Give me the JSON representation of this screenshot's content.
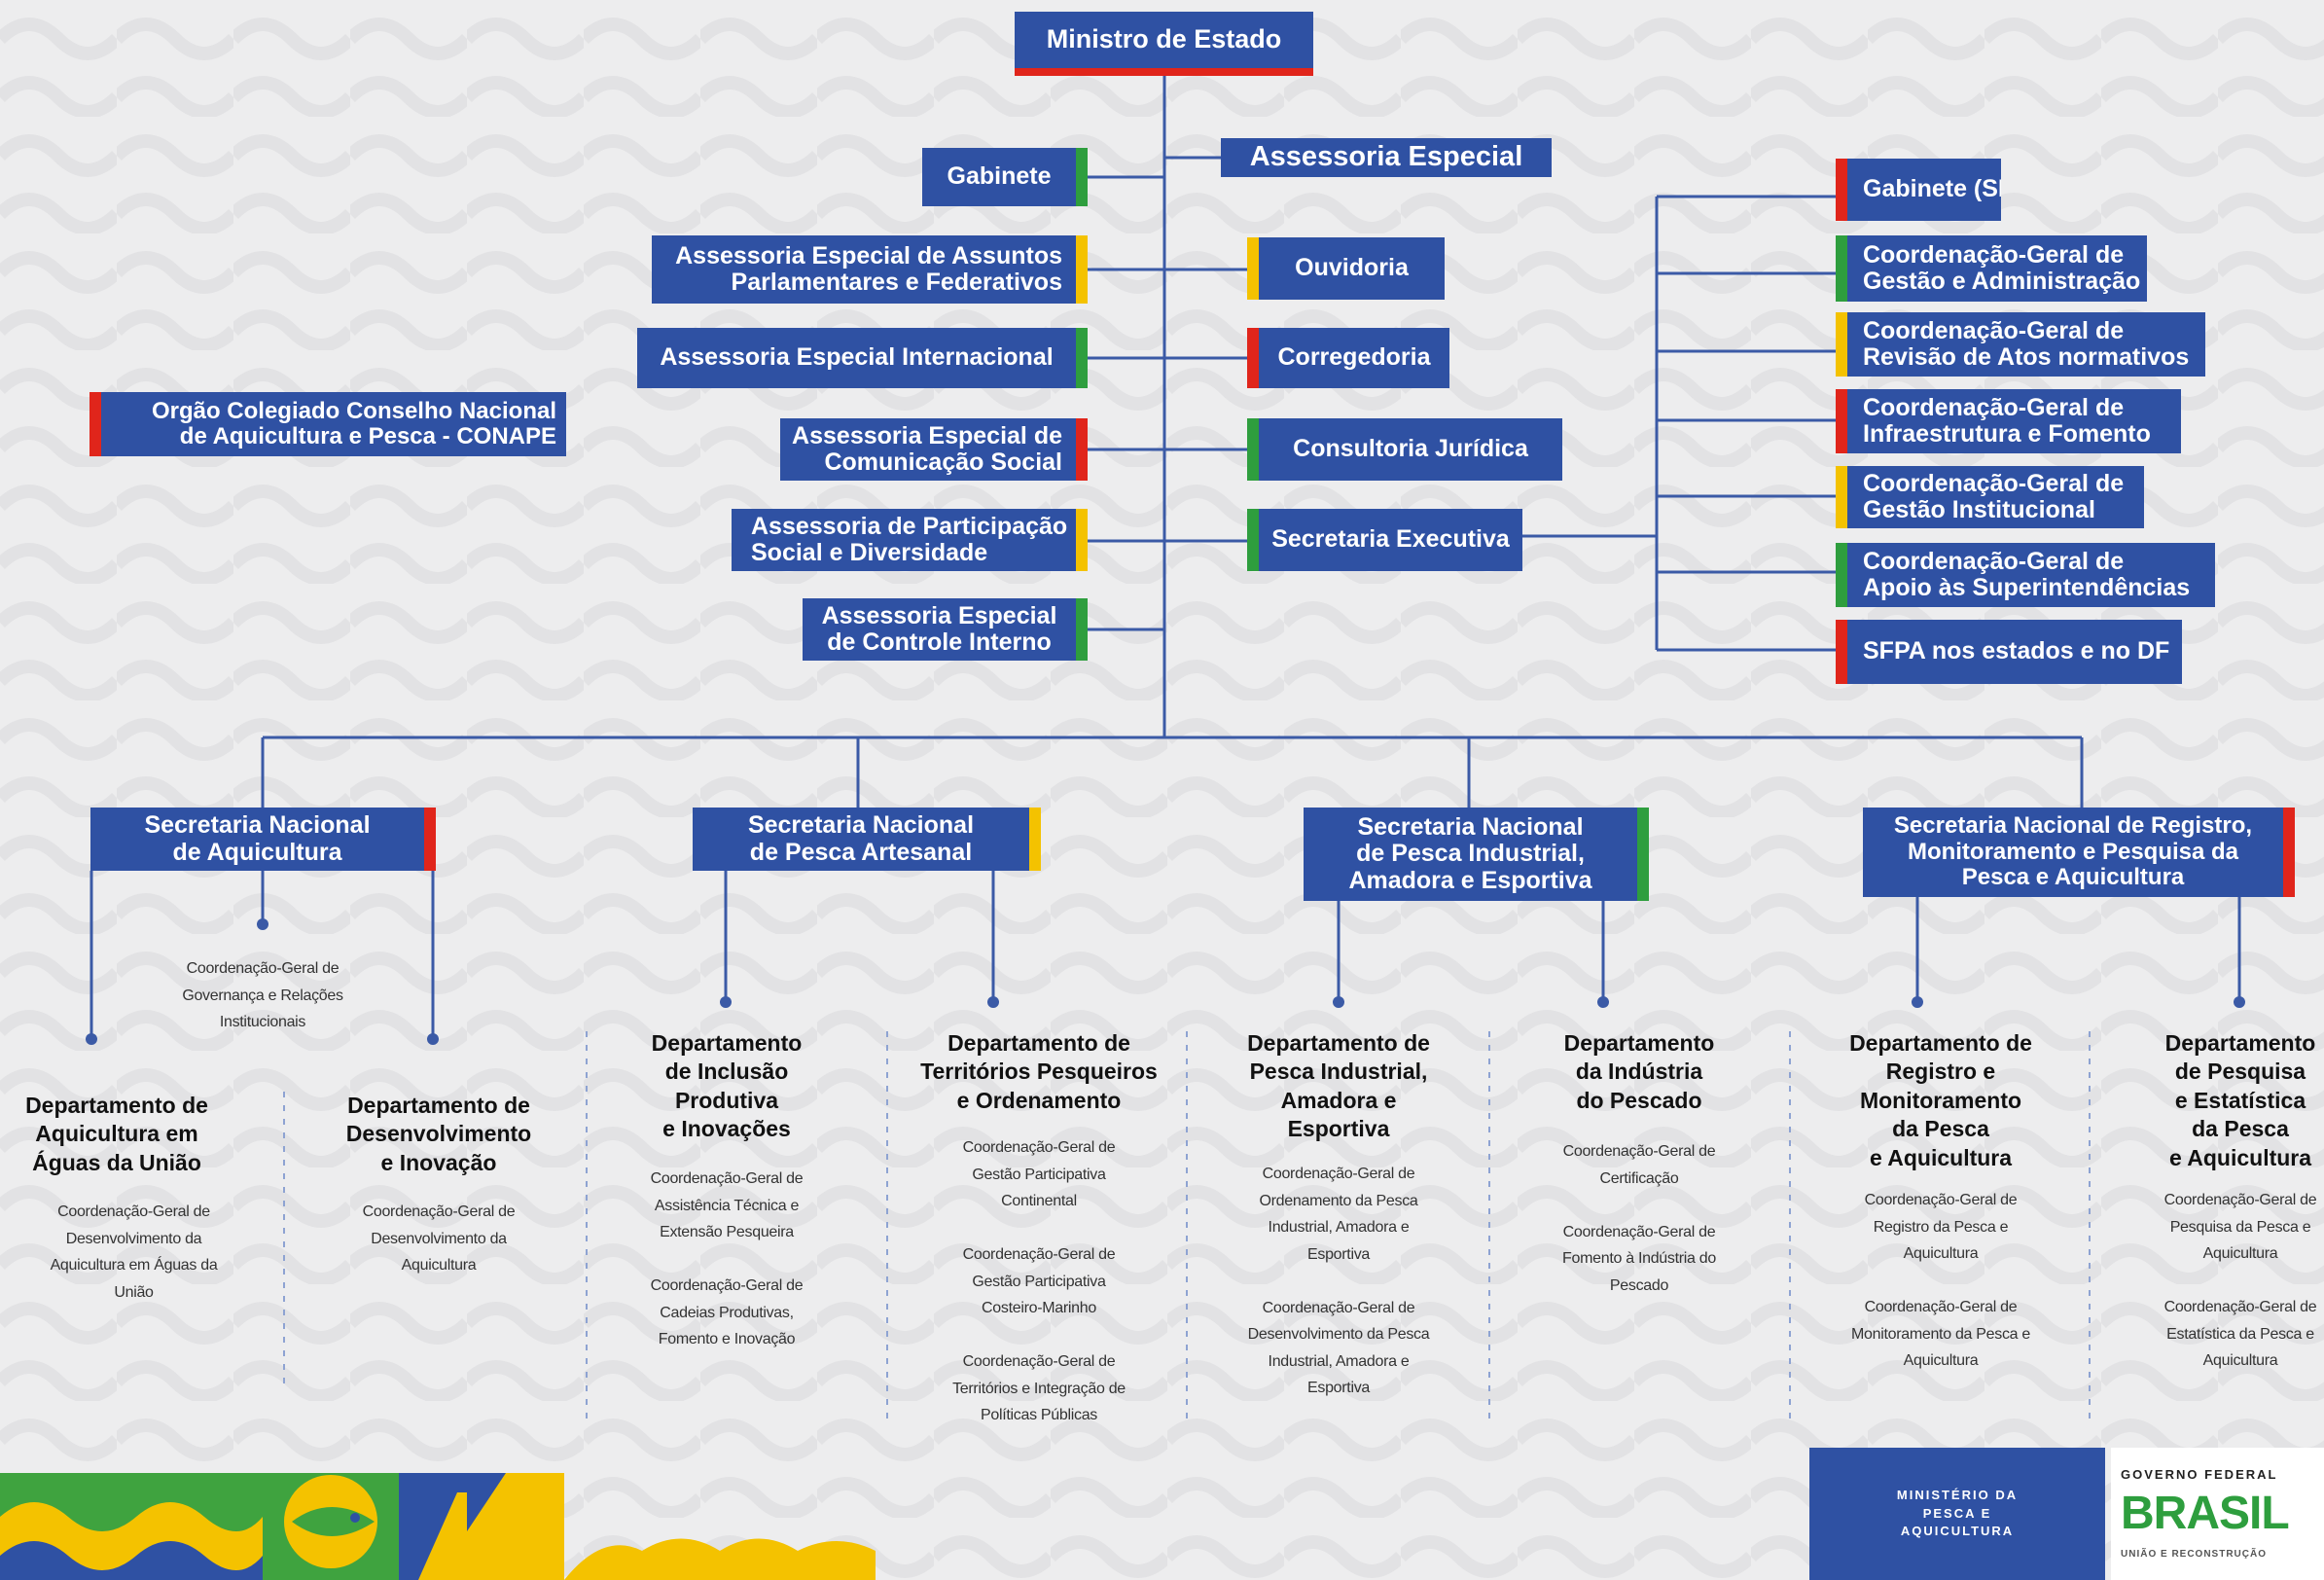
{
  "top": {
    "minister": "Ministro de Estado"
  },
  "left_staff": [
    {
      "label": "Gabinete",
      "accent": "#2e9e3e"
    },
    {
      "label": "Assessoria Especial de Assuntos\nParlamentares e Federativos",
      "accent": "#f4c200"
    },
    {
      "label": "Assessoria Especial Internacional",
      "accent": "#2e9e3e"
    },
    {
      "label": "Assessoria Especial de\nComunicação Social",
      "accent": "#e0251b"
    },
    {
      "label": "Assessoria de Participação\nSocial e Diversidade",
      "accent": "#f4c200"
    },
    {
      "label": "Assessoria Especial\nde Controle Interno",
      "accent": "#2e9e3e"
    }
  ],
  "right_staff": [
    {
      "label": "Assessoria Especial"
    },
    {
      "label": "Ouvidoria",
      "accent": "#f4c200"
    },
    {
      "label": "Corregedoria",
      "accent": "#e0251b"
    },
    {
      "label": "Consultoria Jurídica",
      "accent": "#2e9e3e"
    },
    {
      "label": "Secretaria Executiva",
      "accent": "#2e9e3e"
    }
  ],
  "collegiate": {
    "label": "Orgão Colegiado Conselho Nacional\nde Aquicultura e Pesca - CONAPE",
    "accent": "#e0251b"
  },
  "executive_units": [
    {
      "label": "Gabinete (SE)",
      "accent": "#e0251b"
    },
    {
      "label": "Coordenação-Geral de\nGestão e Administração",
      "accent": "#2e9e3e"
    },
    {
      "label": "Coordenação-Geral de\nRevisão de Atos normativos",
      "accent": "#f4c200"
    },
    {
      "label": "Coordenação-Geral de\nInfraestrutura e Fomento",
      "accent": "#e0251b"
    },
    {
      "label": "Coordenação-Geral de\nGestão Institucional",
      "accent": "#f4c200"
    },
    {
      "label": "Coordenação-Geral de\nApoio às Superintendências",
      "accent": "#2e9e3e"
    },
    {
      "label": "SFPA nos estados e no DF",
      "accent": "#e0251b"
    }
  ],
  "secretariats": [
    {
      "label": "Secretaria Nacional\nde Aquicultura",
      "accent": "#e0251b"
    },
    {
      "label": "Secretaria Nacional\nde Pesca Artesanal",
      "accent": "#f4c200"
    },
    {
      "label": "Secretaria Nacional\nde Pesca Industrial,\nAmadora e Esportiva",
      "accent": "#2e9e3e"
    },
    {
      "label": "Secretaria Nacional de Registro,\nMonitoramento e Pesquisa da\nPesca e Aquicultura",
      "accent": "#e0251b"
    }
  ],
  "governance_coord": "Coordenação-Geral de\nGovernança e Relações\nInstitucionais",
  "departments": [
    {
      "title": "Departamento de\nAquicultura em\nÁguas da União",
      "coords": "Coordenação-Geral de\nDesenvolvimento da\nAquicultura em Águas da\nUnião"
    },
    {
      "title": "Departamento de\nDesenvolvimento\ne Inovação",
      "coords": "Coordenação-Geral  de\nDesenvolvimento da\nAquicultura"
    },
    {
      "title": "Departamento\nde Inclusão\nProdutiva\ne Inovações",
      "coords": "Coordenação-Geral de\nAssistência Técnica e\nExtensão Pesqueira\n\nCoordenação-Geral de\nCadeias Produtivas,\nFomento e Inovação"
    },
    {
      "title": "Departamento de\nTerritórios Pesqueiros\ne Ordenamento",
      "coords": "Coordenação-Geral de\nGestão Participativa\nContinental\n\nCoordenação-Geral de\nGestão Participativa\nCosteiro-Marinho\n\nCoordenação-Geral de\nTerritórios e Integração de\nPolíticas Públicas"
    },
    {
      "title": "Departamento de\nPesca Industrial,\nAmadora e\nEsportiva",
      "coords": "Coordenação-Geral de\nOrdenamento da Pesca\nIndustrial, Amadora e\nEsportiva\n\nCoordenação-Geral de\nDesenvolvimento da Pesca\nIndustrial, Amadora e\nEsportiva"
    },
    {
      "title": "Departamento\nda Indústria\ndo Pescado",
      "coords": "Coordenação-Geral de\nCertificação\n\nCoordenação-Geral de\nFomento à Indústria do\nPescado"
    },
    {
      "title": "Departamento de\nRegistro e\nMonitoramento\nda Pesca\ne Aquicultura",
      "coords": "Coordenação-Geral de\nRegistro da Pesca e\nAquicultura\n\nCoordenação-Geral  de\nMonitoramento da Pesca e\nAquicultura"
    },
    {
      "title": "Departamento\nde Pesquisa\ne Estatística\nda Pesca\ne Aquicultura",
      "coords": "Coordenação-Geral de\nPesquisa da Pesca e\nAquicultura\n\nCoordenação-Geral de\nEstatística da Pesca e\nAquicultura"
    }
  ],
  "footer": {
    "ministry_logo": "MINISTÉRIO DA\nPESCA E\nAQUICULTURA",
    "gov_top": "GOVERNO FEDERAL",
    "gov_word": "BRASIL",
    "gov_bottom": "UNIÃO E RECONSTRUÇÃO"
  },
  "colors": {
    "box_blue": "#2f51a3",
    "line_blue": "#3b5aa6",
    "green": "#2e9e3e",
    "yellow": "#f4c200",
    "red": "#e0251b"
  }
}
